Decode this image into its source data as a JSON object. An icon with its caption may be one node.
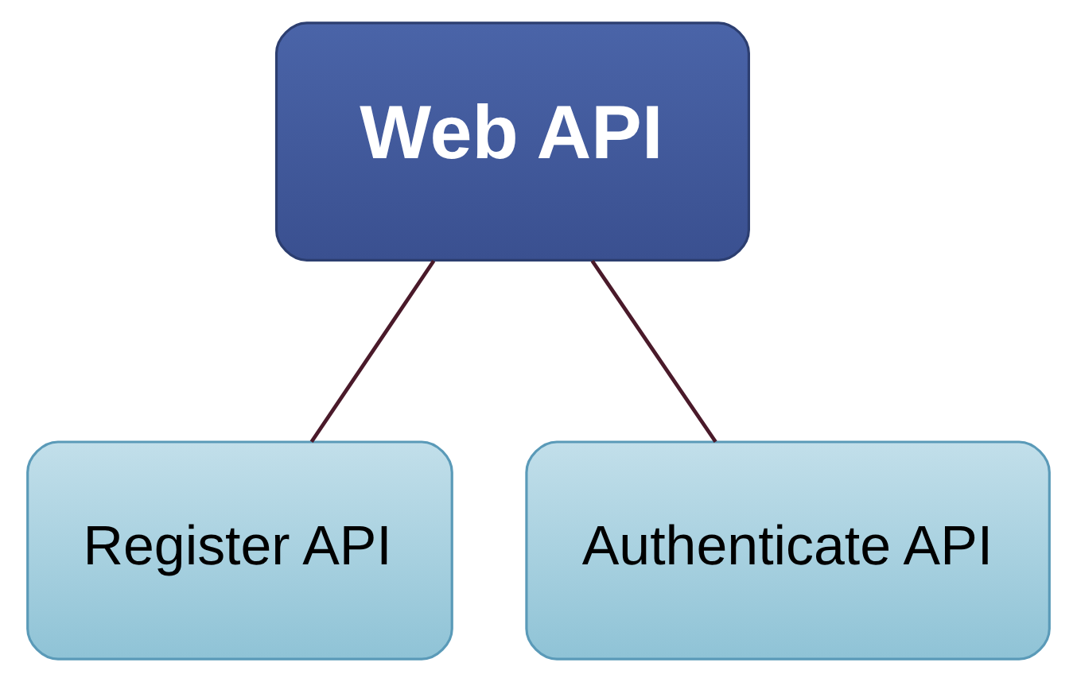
{
  "diagram": {
    "nodes": [
      {
        "text": [
          "Web API"
        ]
      },
      {
        "text": [
          "Register API"
        ]
      },
      {
        "text": [
          "Authenticate API"
        ]
      }
    ],
    "edges": [
      {
        "from": 0,
        "to": 1,
        "arrow": "none"
      },
      {
        "from": 0,
        "to": 2,
        "arrow": "none"
      }
    ]
  }
}
